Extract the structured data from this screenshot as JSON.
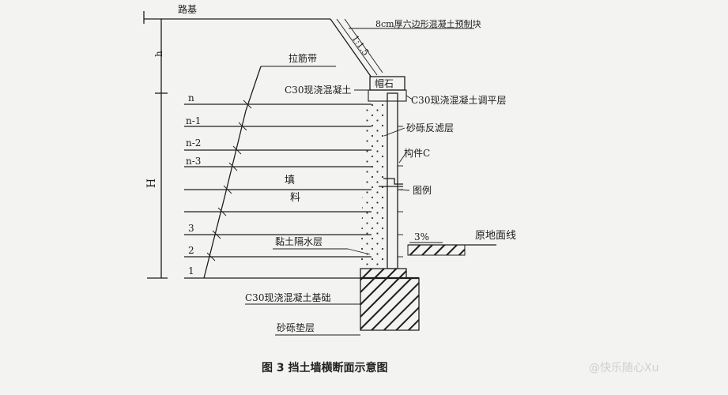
{
  "labels": {
    "road": "路基",
    "slope_protection": "8cm厚六边形混凝土预制块",
    "slope_ratio": "1:1.5",
    "h": "h",
    "H": "H",
    "geogrid": "拉筋带",
    "cap_concrete": "C30现浇混凝土",
    "cap_stone": "帽石",
    "leveling": "C30现浇混凝土调平层",
    "gravel_filter": "砂砾反滤层",
    "component_c": "构件C",
    "fill_1": "填",
    "fill_2": "料",
    "legend": "图例",
    "clay_layer": "黏土隔水层",
    "ground_line": "原地面线",
    "gradient": "3%",
    "foundation": "C30现浇混凝土基础",
    "cushion": "砂砾垫层",
    "layer_n": "n",
    "layer_n1": "n-1",
    "layer_n2": "n-2",
    "layer_n3": "n-3",
    "layer_3": "3",
    "layer_2": "2",
    "layer_1": "1"
  },
  "caption": "图 3  挡土墙横断面示意图",
  "watermark": "@快乐随心Xu"
}
